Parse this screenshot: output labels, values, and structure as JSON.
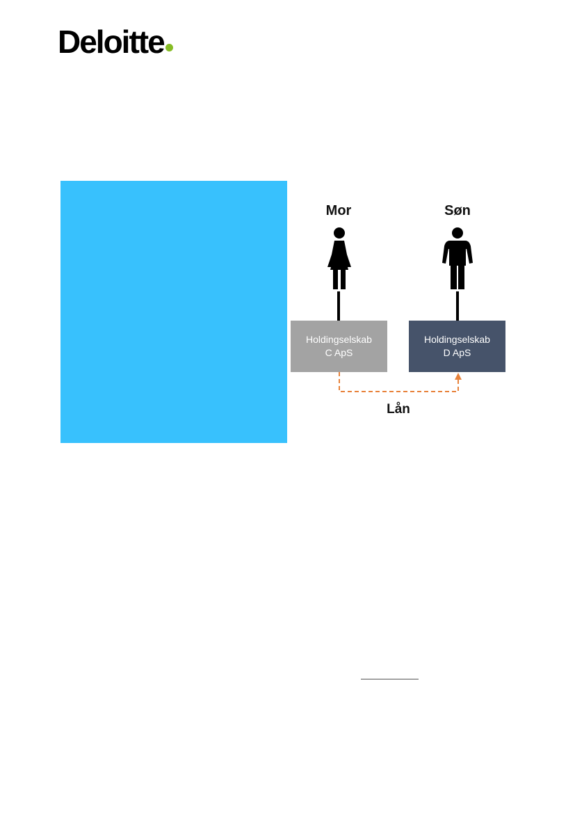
{
  "header": {
    "logo_text": "Deloitte",
    "logo_dot_color": "#86BC25"
  },
  "panel": {
    "color": "#38C1FD"
  },
  "diagram": {
    "persons": [
      {
        "label": "Mor",
        "icon": "woman-icon"
      },
      {
        "label": "Søn",
        "icon": "man-icon"
      }
    ],
    "companies": [
      {
        "line1": "Holdingselskab",
        "line2": "C ApS",
        "color": "#A3A3A3"
      },
      {
        "line1": "Holdingselskab",
        "line2": "D ApS",
        "color": "#46536A"
      }
    ],
    "loan": {
      "label": "Lån",
      "color": "#E8823A"
    }
  }
}
